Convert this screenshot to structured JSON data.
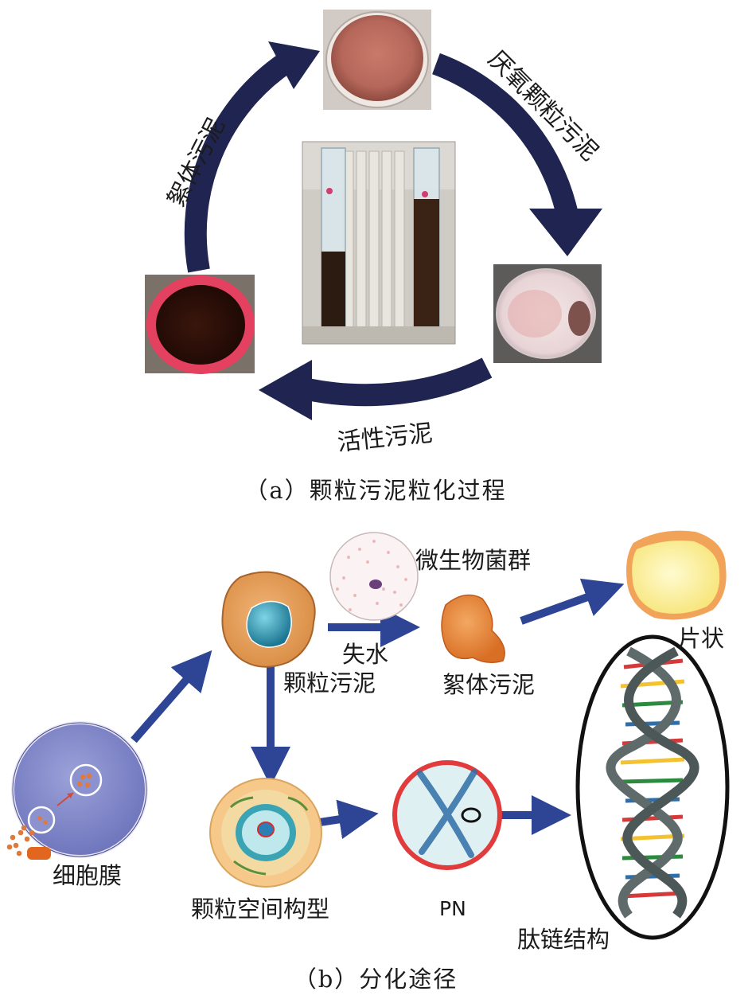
{
  "panel_a": {
    "caption": "（a）颗粒污泥粒化过程",
    "arrows": {
      "top_right": "厌氧颗粒污泥",
      "bottom": "活性污泥",
      "top_left": "絮体污泥"
    }
  },
  "panel_b": {
    "caption": "（b）分化途径",
    "labels": {
      "granular_sludge": "颗粒污泥",
      "dehydration": "失水",
      "microbial_community": "微生物菌群",
      "floc_sludge": "絮体污泥",
      "flake": "片状",
      "cell_membrane": "细胞膜",
      "spatial_configuration": "颗粒空间构型",
      "pn": "PN",
      "peptide_structure": "肽链结构"
    }
  },
  "colors": {
    "cycle_arrow": "#1f2450",
    "flow_arrow": "#2e4596",
    "cell_fill": "#7f86c8",
    "granule_orange": "#e9a05a",
    "floc_orange": "#e5863a",
    "flake_yellow": "#fbef93",
    "pn_ring": "#e23b3b",
    "dna_backbone": "#5f6b6b"
  },
  "icons": [
    "petri-dish-red-photo",
    "reactor-columns-photo",
    "petri-dish-granules-photo",
    "red-bucket-photo",
    "cell-membrane-icon",
    "granule-cell-icon",
    "microbe-circle-icon",
    "floc-blob-icon",
    "flake-blob-icon",
    "granule-cross-section-icon",
    "chromosome-icon",
    "dna-helix-icon"
  ]
}
